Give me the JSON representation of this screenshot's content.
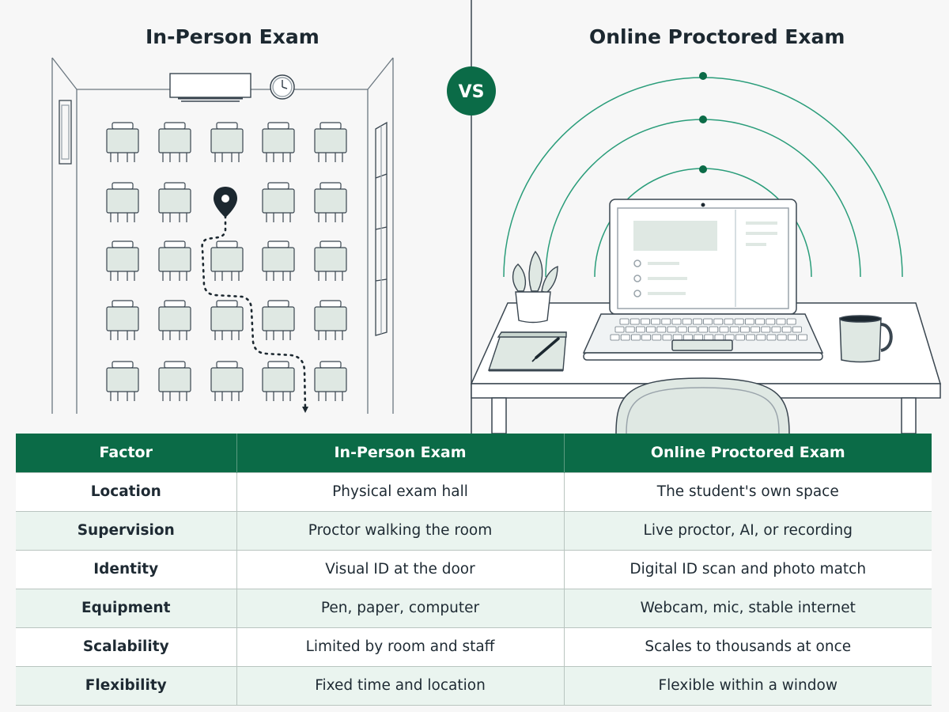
{
  "headings": {
    "left": "In-Person Exam",
    "right": "Online Proctored Exam",
    "versus": "VS"
  },
  "table": {
    "headers": [
      "Factor",
      "In-Person Exam",
      "Online Proctored Exam"
    ],
    "rows": [
      [
        "Location",
        "Physical exam hall",
        "The student's own space"
      ],
      [
        "Supervision",
        "Proctor walking the room",
        "Live proctor, AI, or recording"
      ],
      [
        "Identity",
        "Visual ID at the door",
        "Digital ID scan and photo match"
      ],
      [
        "Equipment",
        "Pen, paper, computer",
        "Webcam, mic, stable internet"
      ],
      [
        "Scalability",
        "Limited by room and staff",
        "Scales to thousands at once"
      ],
      [
        "Flexibility",
        "Fixed time and location",
        "Flexible within a window"
      ]
    ]
  },
  "colors": {
    "brand_green": "#0b6b47",
    "signal_green": "#2a9d7a",
    "row_alt": "#eaf4ef",
    "line_dark": "#1c2830",
    "desk_fill": "#dfe8e3"
  },
  "icons": {
    "projector": "projector-screen-icon",
    "clock": "wall-clock-icon",
    "pin": "location-pin-icon",
    "laptop": "laptop-icon",
    "plant": "potted-plant-icon",
    "notebook": "notebook-pen-icon",
    "mug": "coffee-mug-icon",
    "chair": "chair-icon"
  }
}
